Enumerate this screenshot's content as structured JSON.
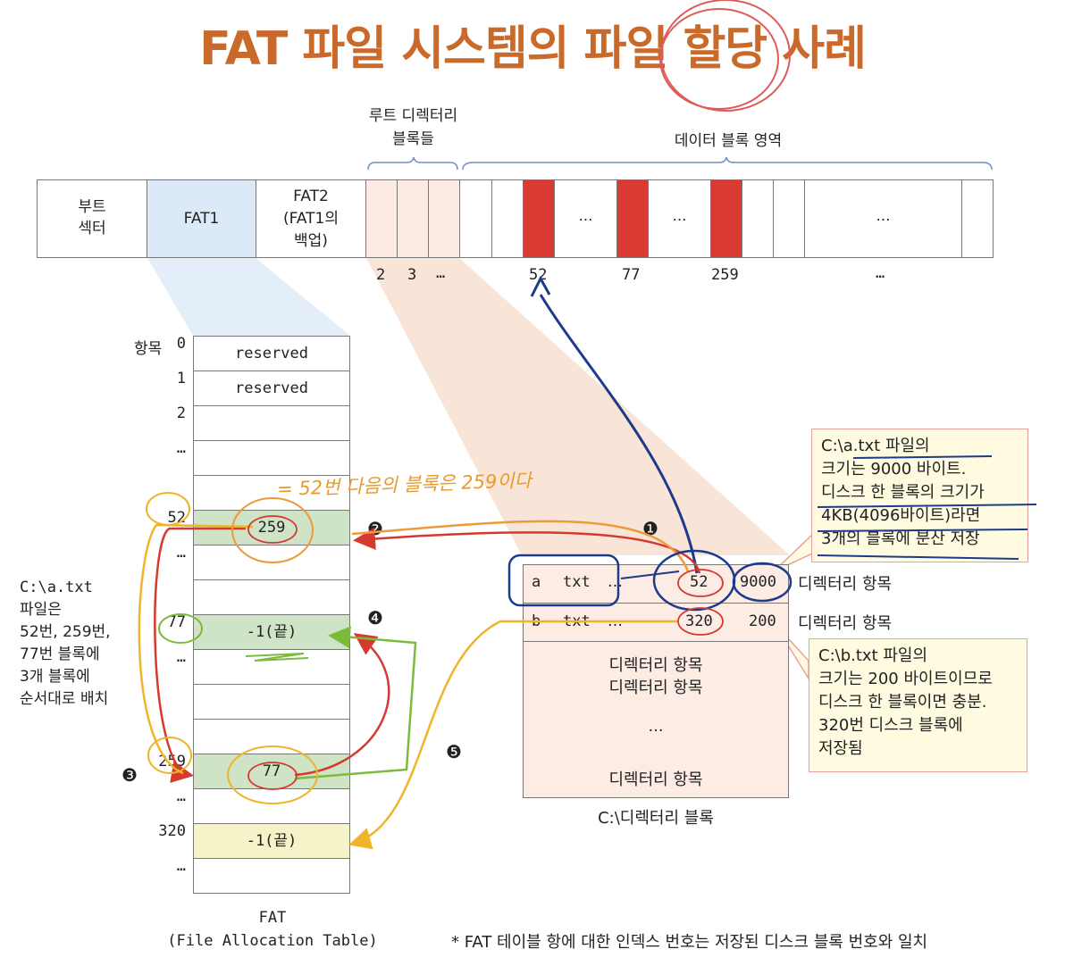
{
  "title": "FAT 파일 시스템의 파일 할당 사례",
  "disk": {
    "boot_sector": [
      "부트",
      "섹터"
    ],
    "fat1": "FAT1",
    "fat2": [
      "FAT2",
      "(FAT1의",
      "백업)"
    ],
    "root_dir_label": [
      "루트 디렉터리",
      "블록들"
    ],
    "data_area_label": "데이터 블록 영역",
    "dots": "…",
    "block_numbers": [
      "2",
      "3",
      "…",
      "52",
      "77",
      "259",
      "…"
    ]
  },
  "fat_table": {
    "entry_label": "항목",
    "rows": [
      {
        "index": "0",
        "value": "reserved",
        "highlight": "none"
      },
      {
        "index": "1",
        "value": "reserved",
        "highlight": "none"
      },
      {
        "index": "2",
        "value": "",
        "highlight": "none"
      },
      {
        "index": "…",
        "value": "",
        "highlight": "none"
      },
      {
        "index": "",
        "value": "",
        "highlight": "none"
      },
      {
        "index": "52",
        "value": "259",
        "highlight": "green"
      },
      {
        "index": "…",
        "value": "",
        "highlight": "none"
      },
      {
        "index": "",
        "value": "",
        "highlight": "none"
      },
      {
        "index": "77",
        "value": "-1(끝)",
        "highlight": "green"
      },
      {
        "index": "…",
        "value": "",
        "highlight": "none"
      },
      {
        "index": "",
        "value": "",
        "highlight": "none"
      },
      {
        "index": "",
        "value": "",
        "highlight": "none"
      },
      {
        "index": "259",
        "value": "77",
        "highlight": "green"
      },
      {
        "index": "…",
        "value": "",
        "highlight": "none"
      },
      {
        "index": "320",
        "value": "-1(끝)",
        "highlight": "yellow"
      },
      {
        "index": "…",
        "value": "",
        "highlight": "none"
      }
    ],
    "caption": [
      "FAT",
      "(File Allocation Table)"
    ]
  },
  "left_note": [
    "C:\\a.txt",
    "파일은",
    "52번, 259번,",
    "77번 블록에",
    "3개 블록에",
    "순서대로 배치"
  ],
  "handwritten_note": "= 52번 다음의 블록은 259이다",
  "steps": [
    "❶",
    "❷",
    "❸",
    "❹",
    "❺"
  ],
  "directory": {
    "rows": [
      {
        "name": "a",
        "ext": "txt",
        "dots": "…",
        "start": "52",
        "size": "9000",
        "label": "디렉터리 항목"
      },
      {
        "name": "b",
        "ext": "txt",
        "dots": "…",
        "start": "320",
        "size": "200",
        "label": "디렉터리 항목"
      }
    ],
    "inner_items": [
      "디렉터리 항목",
      "디렉터리 항목",
      "…",
      "디렉터리 항목"
    ],
    "caption": "C:\\디렉터리 블록"
  },
  "note_a": [
    "C:\\a.txt 파일의",
    "크기는 9000 바이트.",
    "디스크 한 블록의 크기가",
    "4KB(4096바이트)라면",
    "3개의 블록에 분산 저장"
  ],
  "note_b": [
    "C:\\b.txt 파일의",
    "크기는 200 바이트이므로",
    "디스크 한 블록이면 충분.",
    "320번 디스크 블록에",
    "저장됨"
  ],
  "footnote": "* FAT 테이블 항에 대한 인덱스 번호는 저장된 디스크 블록 번호와 일치",
  "colors": {
    "title": "#c9692a",
    "red_block": "#d93a32",
    "fat_green": "#cfe3c6",
    "fat_yellow": "#f6f3c8",
    "fat1_blue": "#dceaf7"
  }
}
